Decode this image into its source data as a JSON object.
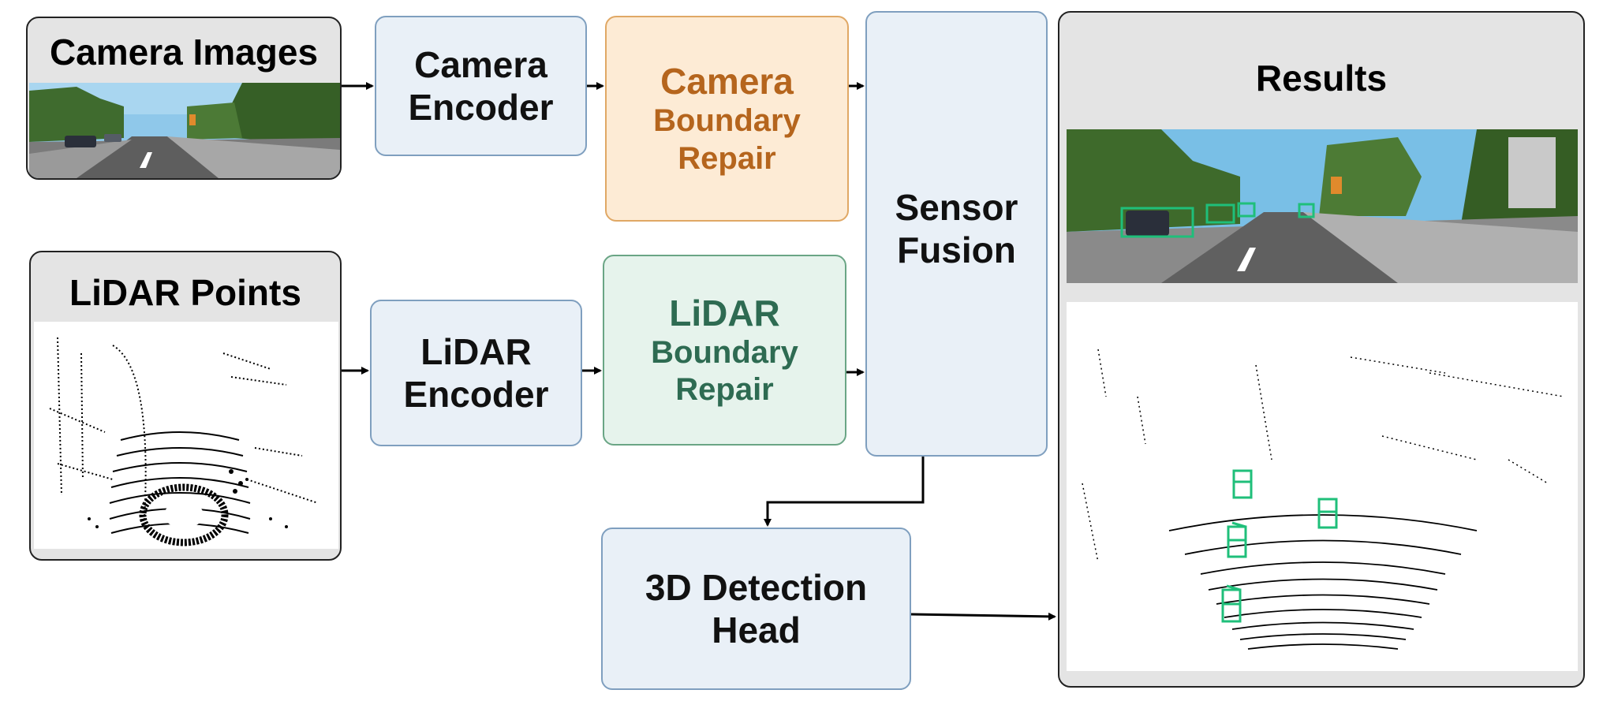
{
  "camera_panel": {
    "title": "Camera Images"
  },
  "lidar_panel": {
    "title": "LiDAR Points"
  },
  "camera_encoder": {
    "line1": "Camera",
    "line2": "Encoder"
  },
  "lidar_encoder": {
    "line1": "LiDAR",
    "line2": "Encoder"
  },
  "camera_repair": {
    "line1": "Camera",
    "line2": "Boundary",
    "line3": "Repair"
  },
  "lidar_repair": {
    "line1": "LiDAR",
    "line2": "Boundary",
    "line3": "Repair"
  },
  "sensor_fusion": {
    "line1": "Sensor",
    "line2": "Fusion"
  },
  "detection_head": {
    "line1": "3D Detection",
    "line2": "Head"
  },
  "results_panel": {
    "title": "Results"
  },
  "colors": {
    "encoder_fill": "#e9f0f7",
    "camera_repair_text": "#b5651d",
    "lidar_repair_text": "#2e6b52",
    "detection_box": "#1fbf7a"
  }
}
